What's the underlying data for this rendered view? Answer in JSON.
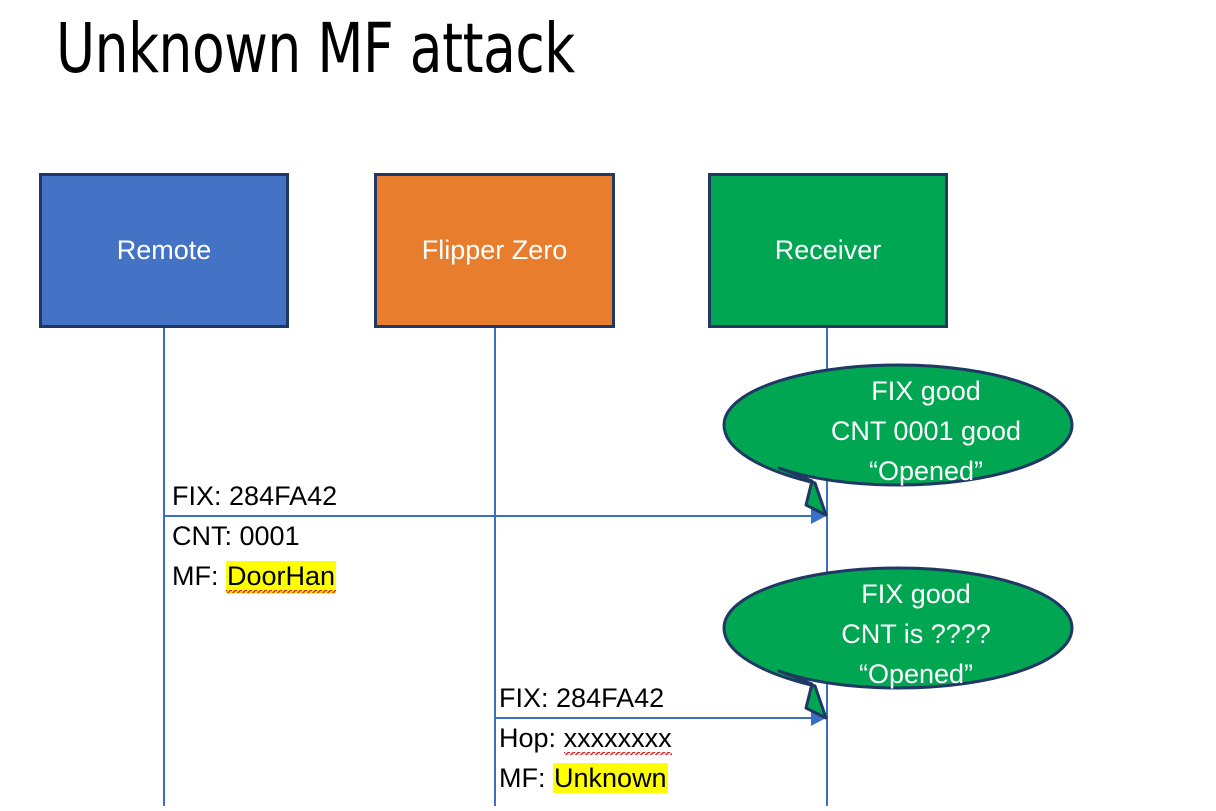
{
  "slide": {
    "title": "Unknown MF attack",
    "background": "#FFFFFF"
  },
  "colors": {
    "remote_fill": "#4472C4",
    "flipper_fill": "#E87D2E",
    "receiver_fill": "#00A651",
    "box_border": "#1F3864",
    "lifeline": "#3A6FC4",
    "highlight": "#FFFF00",
    "spellcheck_underline": "#E02020",
    "bubble_text": "#FFFFFF"
  },
  "actors": [
    {
      "id": "remote",
      "label": "Remote"
    },
    {
      "id": "flipper",
      "label": "Flipper Zero"
    },
    {
      "id": "receiver",
      "label": "Receiver"
    }
  ],
  "messages": [
    {
      "id": "msg1",
      "from": "remote",
      "to": "receiver",
      "lines": [
        {
          "label": "FIX:",
          "value": "284FA42",
          "highlight": false,
          "spellcheck_error": false
        },
        {
          "label": "CNT:",
          "value": "0001",
          "highlight": false,
          "spellcheck_error": false
        },
        {
          "label": "MF:",
          "value": "DoorHan",
          "highlight": true,
          "spellcheck_error": true
        }
      ]
    },
    {
      "id": "msg2",
      "from": "flipper",
      "to": "receiver",
      "lines": [
        {
          "label": "FIX:",
          "value": "284FA42",
          "highlight": false,
          "spellcheck_error": false
        },
        {
          "label": "Hop:",
          "value": "xxxxxxxx",
          "highlight": false,
          "spellcheck_error": true
        },
        {
          "label": "MF:",
          "value": "Unknown",
          "highlight": true,
          "spellcheck_error": false
        }
      ]
    }
  ],
  "bubbles": [
    {
      "id": "bubble1",
      "owner": "receiver",
      "lines": [
        "FIX good",
        "CNT 0001 good",
        "“Opened”"
      ]
    },
    {
      "id": "bubble2",
      "owner": "receiver",
      "lines": [
        "FIX good",
        "CNT is ????",
        "“Opened”"
      ]
    }
  ]
}
